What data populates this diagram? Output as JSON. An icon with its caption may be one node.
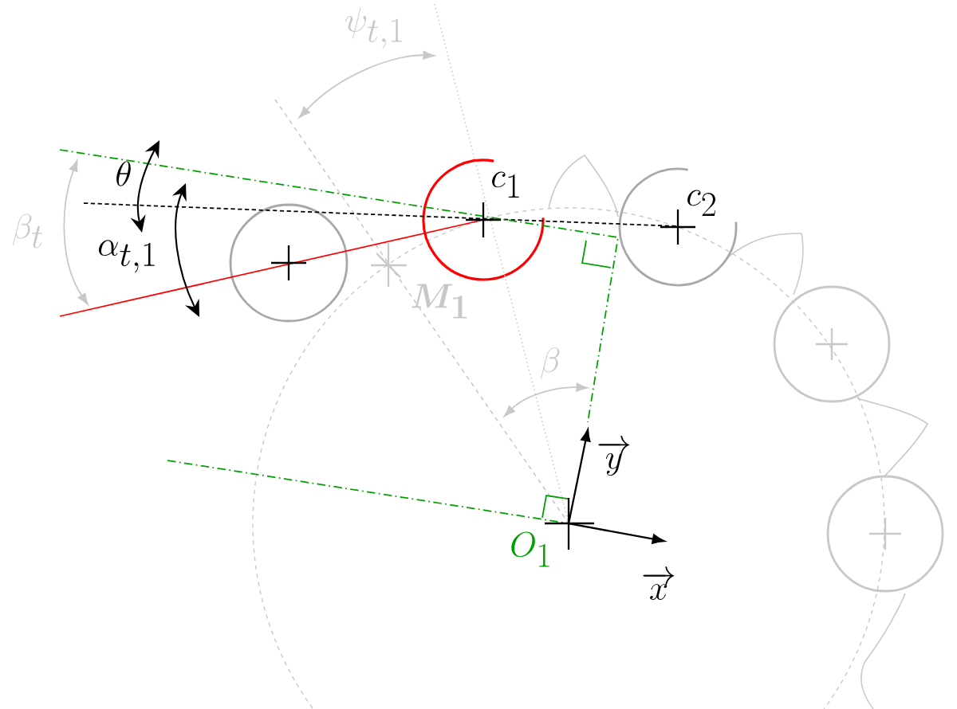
{
  "diagram": {
    "labels": [
      "\\psi_{t,1}",
      "\\theta",
      "c_{1}",
      "c_{2}",
      "\\beta_{t}",
      "\\alpha_{t,1}",
      "\\boldsymbol{M_{1}}",
      "\\beta",
      "\\overrightarrow{y}",
      "\\overrightarrow{x}",
      "O_{1}"
    ]
  }
}
